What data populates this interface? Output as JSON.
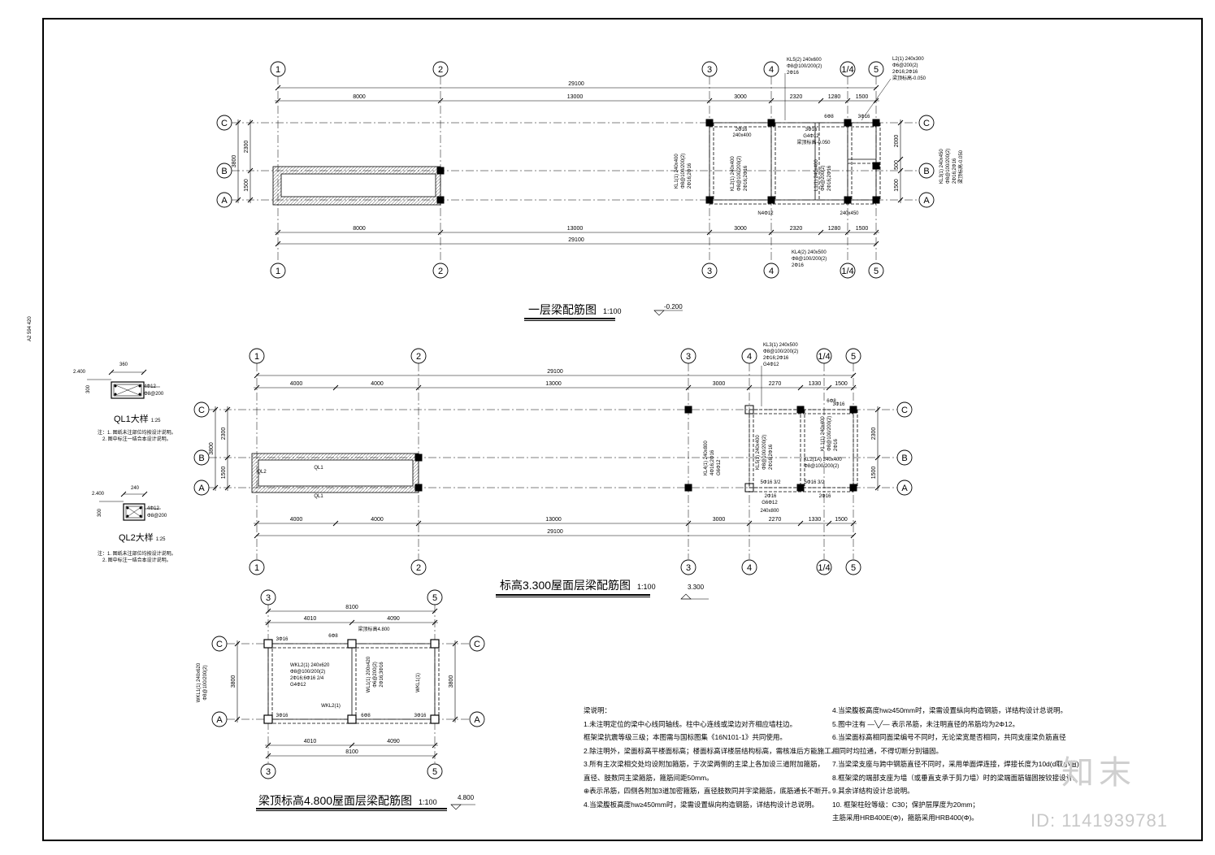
{
  "sheet_id": "A2 594 420",
  "watermark": {
    "brand": "知末",
    "id_text": "ID: 1141939781"
  },
  "plans": {
    "first": {
      "title": "一层梁配筋图",
      "scale": "1:100",
      "level": "-0.200",
      "axes_top": [
        "1",
        "2",
        "3",
        "4",
        "1/4",
        "5"
      ],
      "axes_bottom": [
        "1",
        "2",
        "3",
        "4",
        "1/4",
        "5"
      ],
      "rows": [
        "C",
        "B",
        "A"
      ],
      "dim_total": "29100",
      "dims_span": [
        "8000",
        "13000",
        "3000",
        "2320",
        "1280",
        "1500"
      ],
      "dims_left": [
        "3800",
        "2300",
        "1500"
      ],
      "dims_right": [
        "2000",
        "500",
        "1500"
      ],
      "labels": [
        "KL5(2) 240x600",
        "Φ8@100/200(2)",
        "2Φ16",
        "L2(1) 240x300",
        "Φ6@200(2)",
        "2Φ16;2Φ16",
        "梁顶标高-0.050",
        "KL1(1) 240x400",
        "Φ8@100/200(2)",
        "2Φ16;2Φ16",
        "2Φ16",
        "240x400",
        "KL2(1) 240x400",
        "Φ8@100/200(2)",
        "2Φ16;2Φ16",
        "3Φ16",
        "G4Φ12",
        "梁顶标高-0.050",
        "L1(1) 240x400",
        "Φ6@200(2)",
        "2Φ16;2Φ16",
        "KL3(1) 240x450",
        "Φ8@100/200(2)",
        "2Φ16;2Φ16",
        "梁顶标高-0.050",
        "6Φ8",
        "3Φ16",
        "N4Φ12",
        "240x450",
        "KL4(2) 240x500",
        "Φ8@100/200(2)",
        "2Φ16"
      ]
    },
    "second": {
      "title": "标高3.300屋面层梁配筋图",
      "scale": "1:100",
      "level": "3.300",
      "axes_top": [
        "1",
        "2",
        "3",
        "4",
        "1/4",
        "5"
      ],
      "axes_bottom": [
        "1",
        "2",
        "3",
        "4",
        "1/4",
        "5"
      ],
      "rows": [
        "C",
        "B",
        "A"
      ],
      "dim_total": "29100",
      "dims_span": [
        "4000",
        "4000",
        "13000",
        "3000",
        "2270",
        "1330",
        "1500"
      ],
      "dims_left": [
        "3800",
        "2300",
        "1500"
      ],
      "dims_right": [
        "2300",
        "1500"
      ],
      "labels": [
        "KL3(1) 240x500",
        "Φ8@100/200(2)",
        "2Φ16;2Φ16",
        "G4Φ12",
        "6Φ8",
        "3Φ16",
        "KL4(1) 240x800",
        "4Φ16;2Φ16",
        "G6Φ12",
        "KL5(1) 240x400",
        "Φ8@100/200(2)",
        "2Φ16;2Φ16",
        "KL1(1) 240x400",
        "Φ8@100/200(2)",
        "2Φ16",
        "KL2(1A) 240x400",
        "Φ8@100/200(2)",
        "5Φ16 3/2",
        "G6Φ12",
        "240x800",
        "QL1",
        "QL2"
      ]
    },
    "third": {
      "title": "梁顶标高4.800屋面层梁配筋图",
      "scale": "1:100",
      "level": "4.800",
      "axes_top": [
        "3",
        "5"
      ],
      "axes_bottom": [
        "3",
        "5"
      ],
      "rows": [
        "C",
        "A"
      ],
      "dim_total": "8100",
      "dims_span": [
        "4010",
        "4090"
      ],
      "dims_side": "3800",
      "labels": [
        "3Φ16",
        "6Φ8",
        "梁顶标高4.800",
        "WKL2(1) 240x620",
        "Φ8@100/200(2)",
        "2Φ16;6Φ16 2/4",
        "G4Φ12",
        "WL1(1) 200x420",
        "Φ6@200(2)",
        "2Φ16;3Φ16",
        "WKL1(1)",
        "WKL2(1)",
        "WKL1(1) 240x620",
        "Φ8@100/200(2)"
      ]
    }
  },
  "details": [
    {
      "title": "QL1大样",
      "scale": "1:25",
      "width": "360",
      "height": "300",
      "level": "2.400",
      "bars": [
        "4Φ12",
        "Φ8@200"
      ],
      "notes": [
        "注：1. 图纸未注部位均按设计说明。",
        "2. 图中标注一结合本设计说明。"
      ]
    },
    {
      "title": "QL2大样",
      "scale": "1:25",
      "width": "240",
      "height": "300",
      "level": "2.400",
      "bars": [
        "4Φ12",
        "Φ8@200"
      ],
      "notes": [
        "注：1. 图纸未注部位均按设计说明。",
        "2. 图中标注一结合本设计说明。"
      ]
    }
  ],
  "notes_left": {
    "heading": "梁说明：",
    "items": [
      "1.未注明定位的梁中心线同轴线。柱中心连线或梁边对齐相应墙柱边。",
      "  框架梁抗震等级三级；本图需与国标图集《16N101-1》共同使用。",
      "2.除注明外，梁面标高平楼面标高；楼面标高详楼层结构标高，需核准后方能施工。",
      "3.所有主次梁相交处均设附加箍筋，于次梁两侧的主梁上各加设三道附加箍筋，",
      "  直径、肢数同主梁箍筋，箍筋间距50mm。",
      "  ⊕表示吊筋，四侧各附加3道加密箍筋，直径肢数同并字梁箍筋，底筋通长不断开。",
      "4.当梁腹板高度hw≥450mm时，梁需设置纵向构造钢筋，详结构设计总说明。"
    ]
  },
  "notes_right": {
    "items": [
      "4.当梁腹板高度hw≥450mm时，梁需设置纵向构造钢筋，详结构设计总说明。",
      "5.图中注有 —╲╱— 表示吊筋，未注明直径的吊筋均为2Φ12。",
      "6.当梁面标高相同面梁编号不同时，无论梁宽是否相同，共同支座梁负筋直径",
      "  相同时均拉通，不得切断分别锚固。",
      "7.当梁梁支座与跨中钢筋直径不同时，采用单面焊连接，焊接长度为10d(d取小值)。",
      "8.框架梁的端部支座为墙（或垂直支承于剪力墙）时的梁端面筋锚固按铰接设计。",
      "9.其余详结构设计总说明。",
      "10. 框架柱砼等级：C30；保护层厚度为20mm；",
      "   主筋采用HRB400E(Φ)，箍筋采用HRB400(Φ)。"
    ]
  }
}
